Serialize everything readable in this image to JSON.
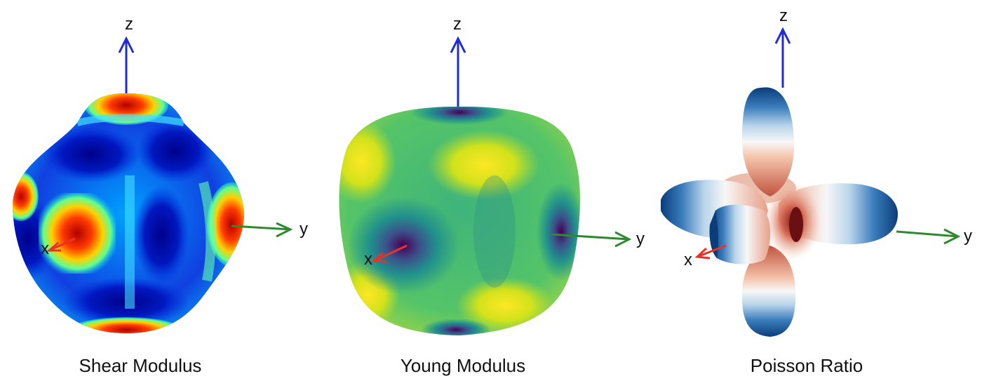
{
  "panels": [
    {
      "title": "Shear Modulus",
      "axes": {
        "x": "x",
        "y": "y",
        "z": "z"
      },
      "colormap": "jet",
      "colors": {
        "x_axis": "#e8322a",
        "y_axis": "#2f8a2f",
        "z_axis": "#1f2bd6"
      }
    },
    {
      "title": "Young Modulus",
      "axes": {
        "x": "x",
        "y": "y",
        "z": "z"
      },
      "colormap": "viridis",
      "colors": {
        "x_axis": "#e8322a",
        "y_axis": "#2f8a2f",
        "z_axis": "#1f2bd6"
      }
    },
    {
      "title": "Poisson Ratio",
      "axes": {
        "x": "x",
        "y": "y",
        "z": "z"
      },
      "colormap": "RdBu",
      "colors": {
        "x_axis": "#e8322a",
        "y_axis": "#2f8a2f",
        "z_axis": "#1f2bd6"
      }
    }
  ]
}
